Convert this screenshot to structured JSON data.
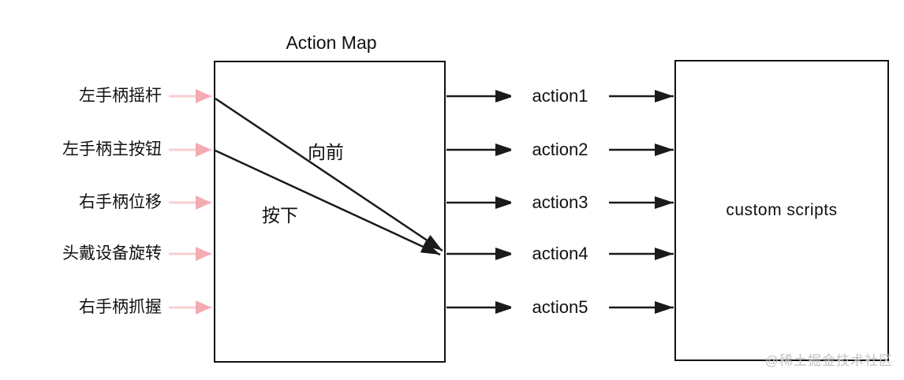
{
  "diagram": {
    "title": "Action Map",
    "inputs": [
      "左手柄摇杆",
      "左手柄主按钮",
      "右手柄位移",
      "头戴设备旋转",
      "右手柄抓握"
    ],
    "internal_labels": {
      "forward": "向前",
      "press": "按下"
    },
    "actions": [
      "action1",
      "action2",
      "action3",
      "action4",
      "action5"
    ],
    "right_box_label": "custom scripts",
    "watermark": "@稀土掘金技术社区",
    "colors": {
      "line_black": "#1a1a1a",
      "pink_line": "#f9cdd1",
      "pink_head": "#f5abb2",
      "watermark_gray": "#c3c3c3"
    }
  }
}
